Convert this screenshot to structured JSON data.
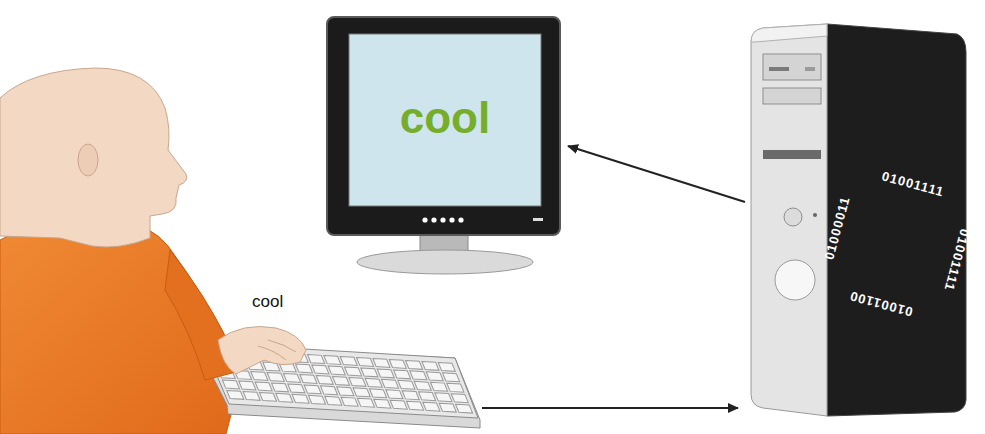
{
  "diagram": {
    "nodes": [
      {
        "text": [
          "cool"
        ]
      },
      {
        "text": [
          "01000011",
          "01001111",
          "01001111",
          "01001100"
        ]
      }
    ],
    "edges": [
      {
        "from": 1,
        "to": 0,
        "arrow": "to"
      }
    ],
    "labels": [
      "cool"
    ]
  }
}
